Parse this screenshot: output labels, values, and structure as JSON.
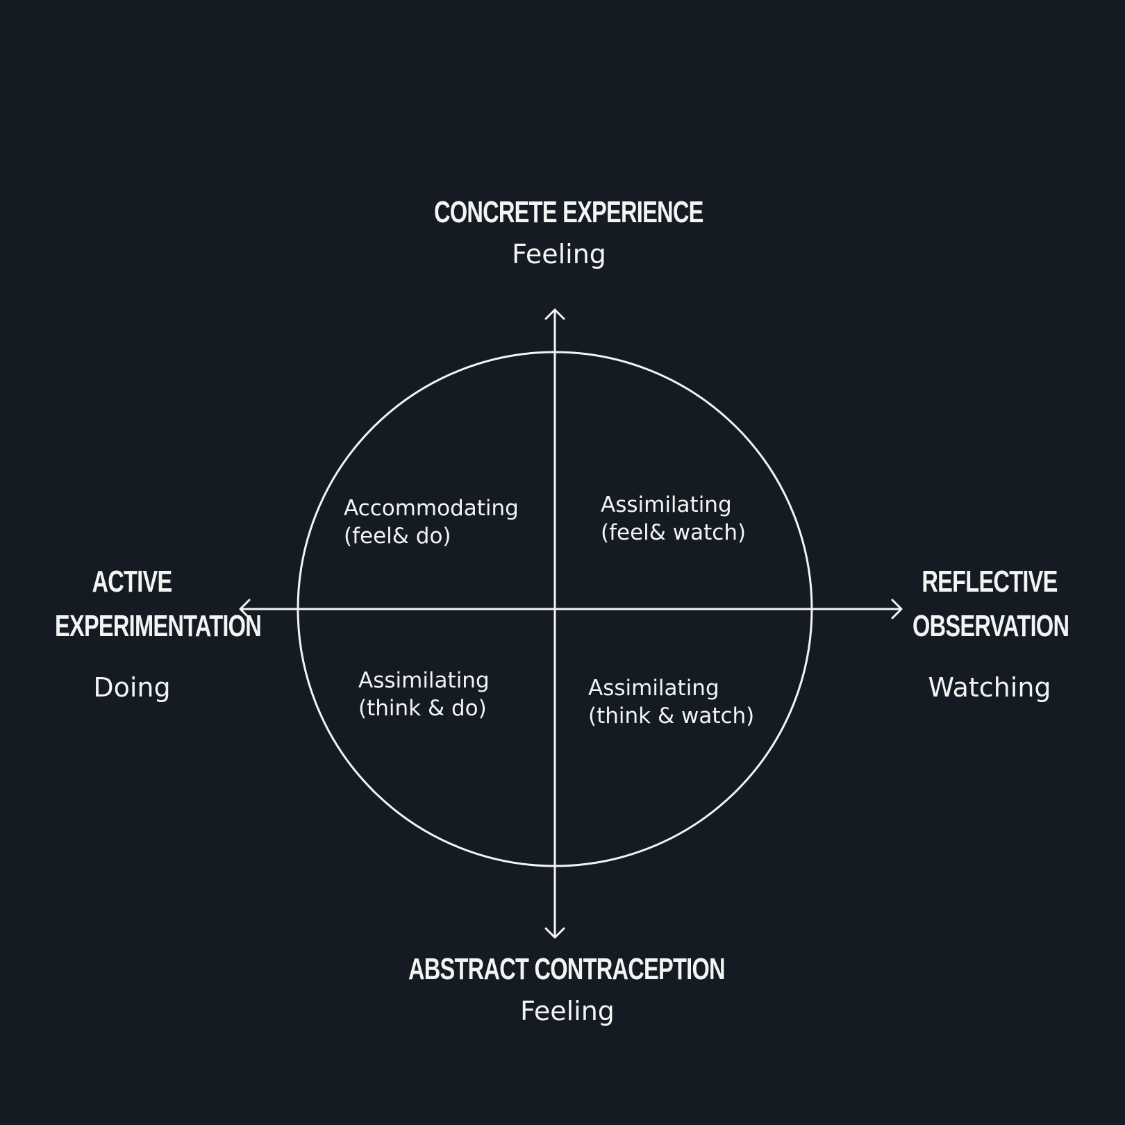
{
  "top": {
    "heading": "Concrete Experience",
    "sub": "Feeling"
  },
  "bottom": {
    "heading": "Abstract Contraception",
    "sub": "Feeling"
  },
  "left": {
    "heading_line1": "Active",
    "heading_line2": "Experimentation",
    "sub": "Doing"
  },
  "right": {
    "heading_line1": "Reflective",
    "heading_line2": "Observation",
    "sub": "Watching"
  },
  "quadrants": {
    "top_left": {
      "line1": "Accommodating",
      "line2": "(feel& do)"
    },
    "top_right": {
      "line1": "Assimilating",
      "line2": "(feel& watch)"
    },
    "bottom_left": {
      "line1": "Assimilating",
      "line2": "(think & do)"
    },
    "bottom_right": {
      "line1": "Assimilating",
      "line2": "(think & watch)"
    }
  },
  "colors": {
    "background": "#141b22",
    "foreground": "#f4f4f4"
  }
}
